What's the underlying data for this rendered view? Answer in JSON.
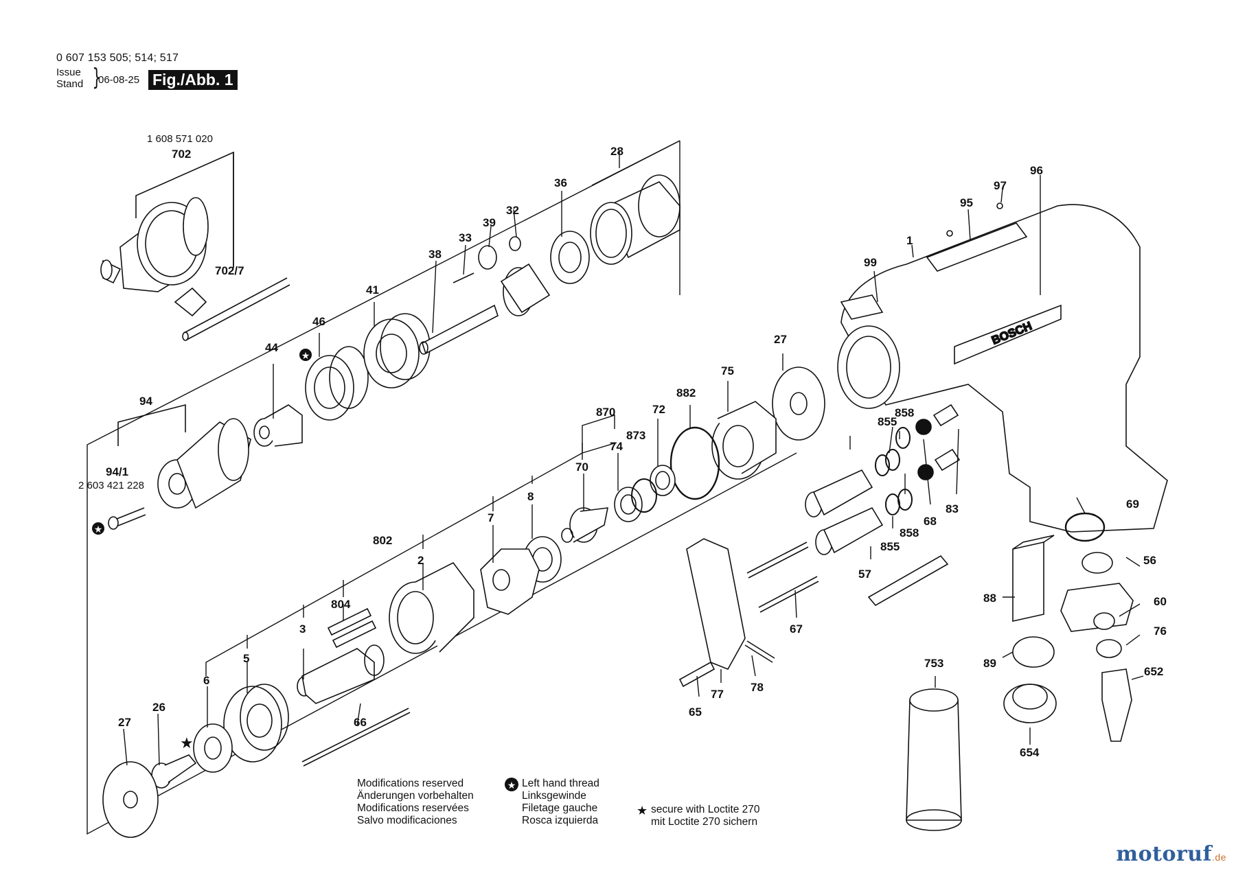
{
  "header": {
    "doc_number": "0 607 153 505; 514; 517",
    "issue_label": "Issue",
    "stand_label": "Stand",
    "date": "06-08-25",
    "figure": "Fig./Abb. 1"
  },
  "part_numbers": {
    "chuck_kit": "1 608 571 020",
    "screw": "2 603 421 228"
  },
  "labels": {
    "p702": "702",
    "p702_7": "702/7",
    "p94": "94",
    "p94_1": "94/1",
    "p44": "44",
    "p46": "46",
    "p41": "41",
    "p38": "38",
    "p33": "33",
    "p39": "39",
    "p32": "32",
    "p36": "36",
    "p28": "28",
    "p99": "99",
    "p1": "1",
    "p95": "95",
    "p97": "97",
    "p96": "96",
    "p27a": "27",
    "p75": "75",
    "p882": "882",
    "p72": "72",
    "p870": "870",
    "p873": "873",
    "p74": "74",
    "p70": "70",
    "p8": "8",
    "p7": "7",
    "p802": "802",
    "p2": "2",
    "p804": "804",
    "p3": "3",
    "p5": "5",
    "p6": "6",
    "p26": "26",
    "p27b": "27",
    "p66": "66",
    "p855a": "855",
    "p858a": "858",
    "p855b": "855",
    "p858b": "858",
    "p68": "68",
    "p83": "83",
    "p57": "57",
    "p67": "67",
    "p77": "77",
    "p78": "78",
    "p65": "65",
    "p69": "69",
    "p56": "56",
    "p60": "60",
    "p76": "76",
    "p652": "652",
    "p88": "88",
    "p89": "89",
    "p654": "654",
    "p753": "753",
    "bosch": "BOSCH"
  },
  "notes": {
    "modifications": [
      "Modifications reserved",
      "Änderungen vorbehalten",
      "Modifications reservées",
      "Salvo modificaciones"
    ],
    "left_thread": [
      "Left hand thread",
      "Linksgewinde",
      "Filetage gauche",
      "Rosca izquierda"
    ],
    "loctite": [
      "secure with Loctite 270",
      "mit Loctite 270 sichern"
    ]
  },
  "brand": {
    "main": "motoruf",
    "tld": ".de"
  }
}
